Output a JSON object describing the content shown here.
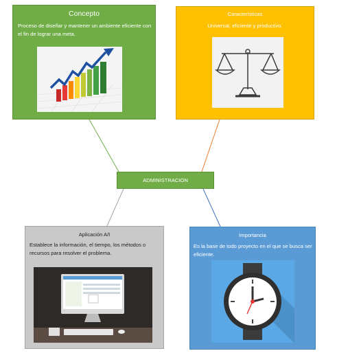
{
  "nodes": {
    "concepto": {
      "title": "Concepto",
      "text": "Proceso de diseñar y mantener un ambiente eficiente con el fin de lograr una meta.",
      "color": "#70ad47",
      "icon": "growth-chart-image"
    },
    "caracteristicas": {
      "title": "Características",
      "text": "Universal, eficiente y productivo.",
      "color": "#ffc000",
      "icon": "balance-scale-image"
    },
    "administracion": {
      "label": "ADMINISTRACION",
      "color": "#70ad47"
    },
    "aplicacion": {
      "title": "Aplicación A/I",
      "text": "Establece la información, el tiempo, los métodos o recursos para resolver el problema.",
      "color": "#c9c9c9",
      "icon": "desktop-computer-image"
    },
    "importancia": {
      "title": "Importancia",
      "text": "Es la base de todo proyecto en el que se busca ser eficiente.",
      "color": "#5b9bd5",
      "icon": "clock-image"
    }
  },
  "edges": [
    {
      "from": "administracion",
      "to": "concepto",
      "color": "#70ad47"
    },
    {
      "from": "administracion",
      "to": "caracteristicas",
      "color": "#ed7d31"
    },
    {
      "from": "administracion",
      "to": "aplicacion",
      "color": "#a5a5a5"
    },
    {
      "from": "administracion",
      "to": "importancia",
      "color": "#4472c4"
    }
  ]
}
